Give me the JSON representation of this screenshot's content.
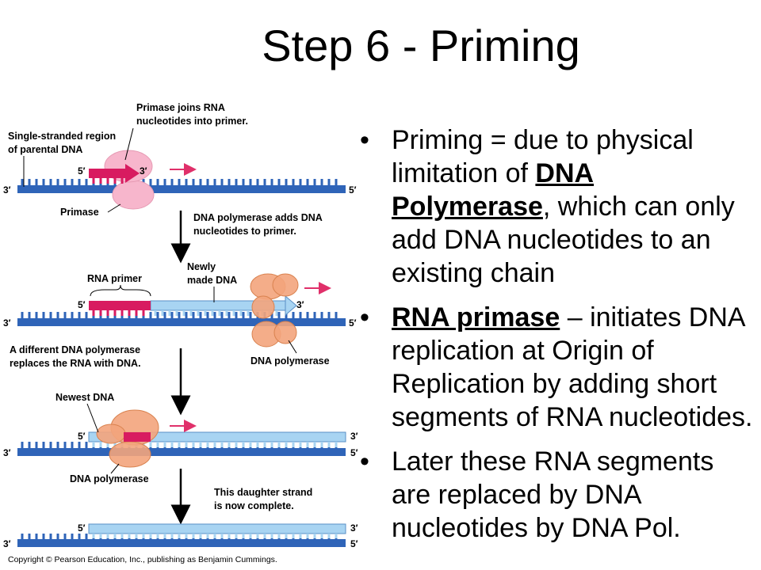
{
  "slide": {
    "title": "Step 6 - Priming"
  },
  "bullets": [
    {
      "segments": [
        {
          "text": "Priming = due to physical limitation of ",
          "style": "normal"
        },
        {
          "text": "DNA Polymerase",
          "style": "bold-underline"
        },
        {
          "text": ", which can only add DNA nucleotides to an existing chain",
          "style": "normal"
        }
      ]
    },
    {
      "segments": [
        {
          "text": "RNA primase",
          "style": "bold-underline"
        },
        {
          "text": " – initiates DNA replication at Origin of Replication by adding short segments of RNA nucleotides.",
          "style": "normal"
        }
      ]
    },
    {
      "segments": [
        {
          "text": "Later these RNA segments are replaced by DNA nucleotides by DNA Pol.",
          "style": "normal"
        }
      ]
    }
  ],
  "diagram": {
    "labels": {
      "primase_joins_1": "Primase joins RNA",
      "primase_joins_2": "nucleotides into primer.",
      "single_stranded_1": "Single-stranded region",
      "single_stranded_2": "of parental DNA",
      "primase": "Primase",
      "dna_pol_adds_1": "DNA polymerase adds DNA",
      "dna_pol_adds_2": "nucleotides to primer.",
      "rna_primer": "RNA primer",
      "newly_made_1": "Newly",
      "newly_made_2": "made DNA",
      "dna_polymerase": "DNA polymerase",
      "different_pol_1": "A different DNA polymerase",
      "different_pol_2": "replaces the RNA with DNA.",
      "newest_dna": "Newest DNA",
      "dna_polymerase_2": "DNA polymerase",
      "daughter_1": "This daughter strand",
      "daughter_2": "is now complete."
    },
    "ends": {
      "five_prime": "5′",
      "three_prime": "3′"
    },
    "colors": {
      "parental_strand": "#2f64b8",
      "new_dna": "#a8d4f2",
      "rna_primer": "#d81b60",
      "primase": "#f7b6cc",
      "dna_polymerase": "#f3a47c",
      "direction_arrow": "#e0306a"
    }
  },
  "copyright": "Copyright © Pearson Education, Inc., publishing as Benjamin Cummings."
}
